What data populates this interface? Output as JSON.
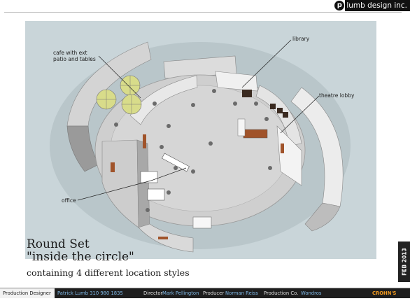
{
  "logo": {
    "mark": "p",
    "text": "lumb design inc."
  },
  "callouts": {
    "cafe": "cafe  with ext",
    "cafe2": "patio and tables",
    "library": "library",
    "theatre": "theatre lobby",
    "office": "office"
  },
  "title": {
    "line1": "Round Set",
    "line2": "\"inside the circle\"",
    "line3": "containing 4 different location styles"
  },
  "date_tab": "FEB 2013",
  "footer": {
    "designer_label": "Production Designer",
    "designer_value": "Patrick Lumb 310 980 1835",
    "director_label": "Director",
    "director_value": "Mark Pellington",
    "producer_label": "Producer",
    "producer_value": "Norman Reiss",
    "company_label": "Production Co.",
    "company_value": "Wondros",
    "brand": "CROHN'S"
  },
  "colors": {
    "scene_bg": "#c9d5d9",
    "umbrella": "#d8dc8a",
    "wood": "#a0532a",
    "footer_accent": "#7fb8e6",
    "brand": "#f29a1f"
  }
}
